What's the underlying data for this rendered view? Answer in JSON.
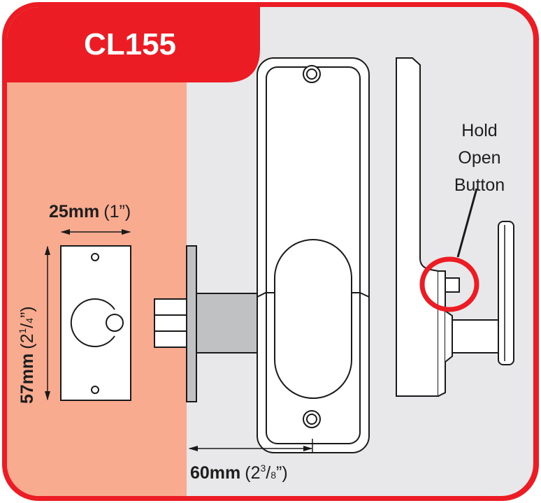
{
  "title": "CL155",
  "colors": {
    "red": "#ec1c24",
    "salmon": "#f8ab8f",
    "panel": "#e8e8ea",
    "metal": "#c0c1c3"
  },
  "dimensions": {
    "width": {
      "mm": "25mm",
      "inch_open": "(1",
      "inch_close": "”)"
    },
    "height": {
      "mm": "57mm",
      "open": "(2",
      "num": "1",
      "slash": "/",
      "den": "4",
      "close": "”)"
    },
    "depth": {
      "mm": "60mm",
      "open": "(2",
      "num": "3",
      "slash": "/",
      "den": "8",
      "close": "”)"
    }
  },
  "callout": {
    "line1": "Hold",
    "line2": "Open",
    "line3": "Button"
  }
}
